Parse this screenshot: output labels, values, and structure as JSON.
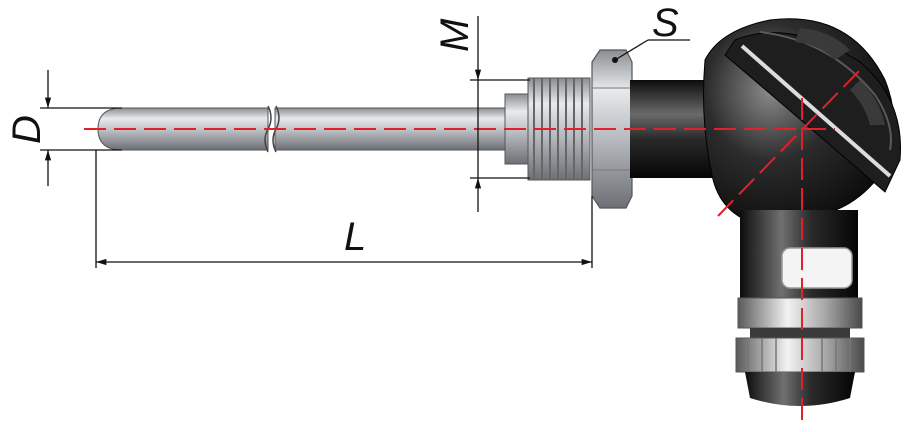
{
  "labels": {
    "d": "D",
    "m": "M",
    "s": "S",
    "l": "L"
  },
  "colors": {
    "axis": "#e0202a",
    "dimension": "#111111",
    "head_dark": "#1a1a1a",
    "steel": "#b8bcc0"
  }
}
